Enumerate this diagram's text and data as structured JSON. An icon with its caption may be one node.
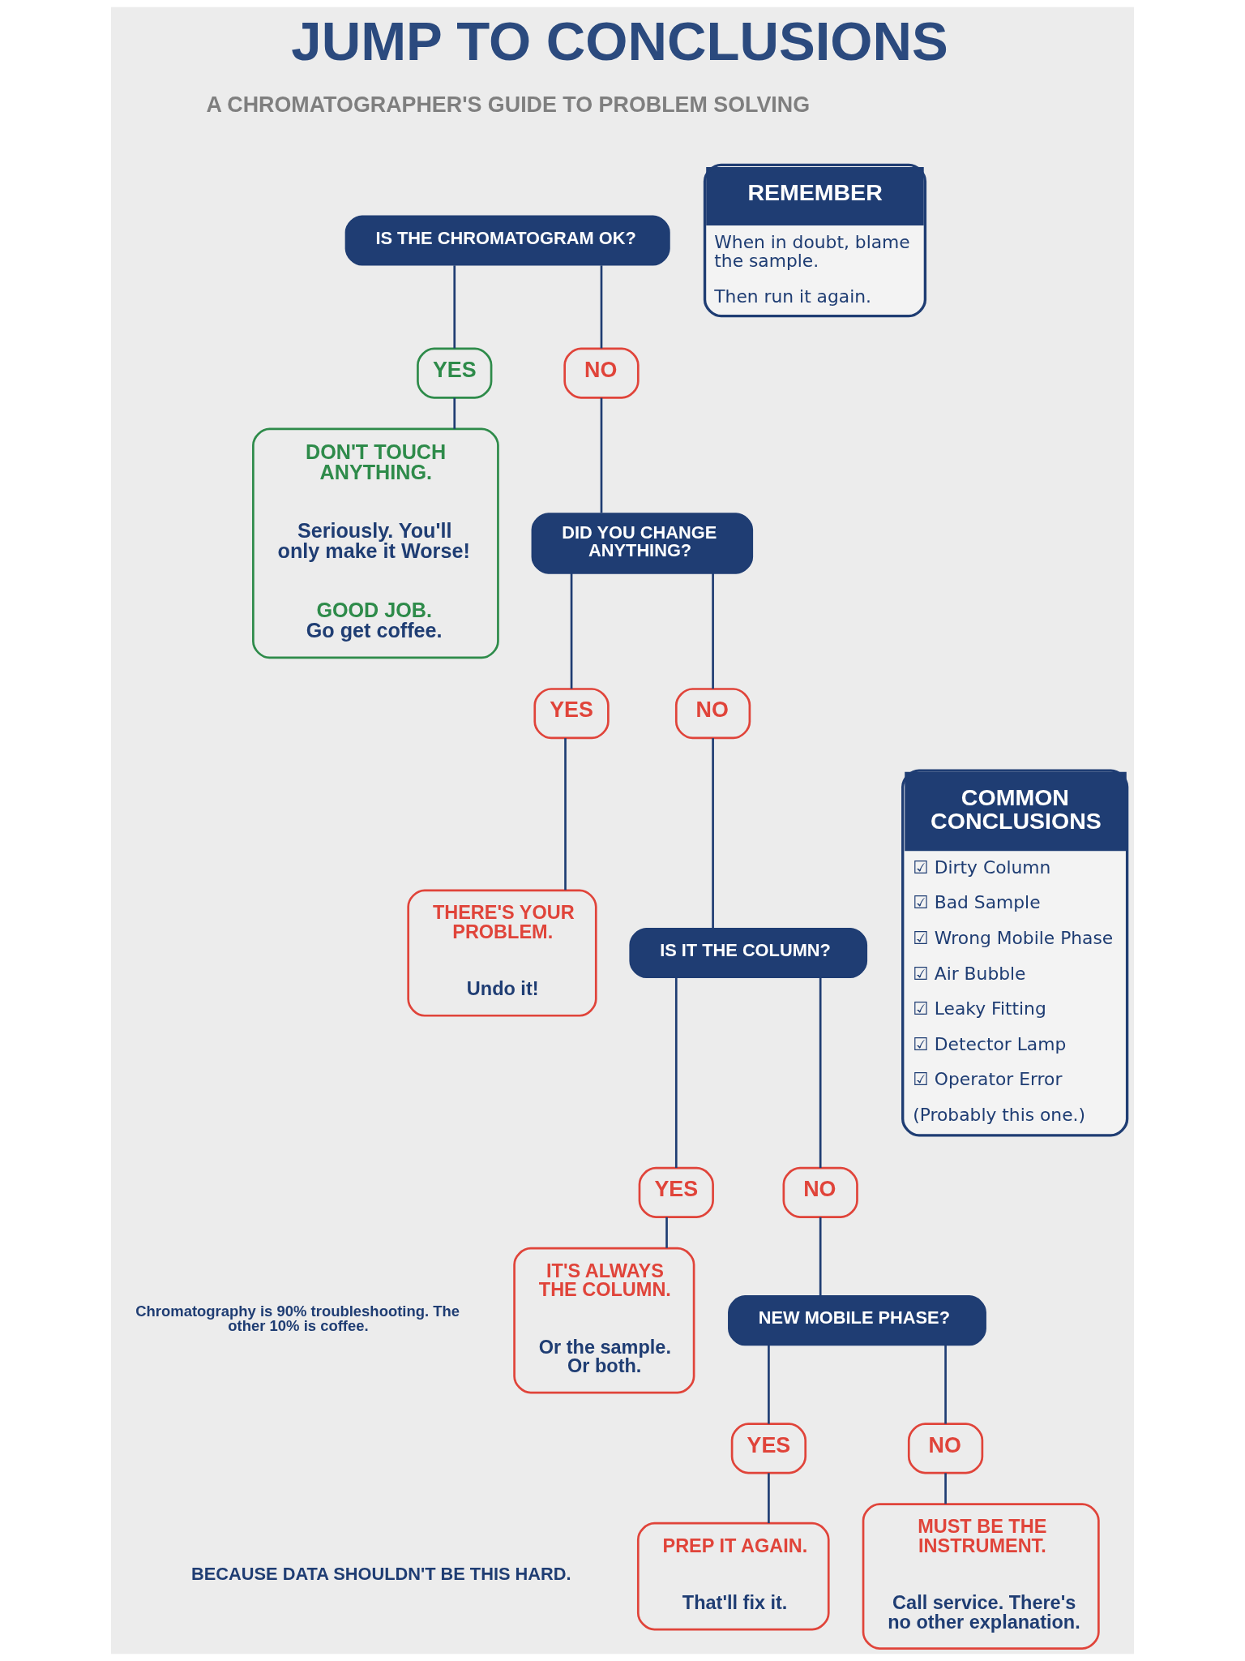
{
  "diagram": {
    "title": "JUMP TO CONCLUSIONS",
    "nodes": [
      {
        "text": [
          "IS THE CHROMATOGRAM OK?"
        ]
      },
      {
        "text": [
          "YES"
        ]
      },
      {
        "text": [
          "NO"
        ]
      },
      {
        "text": [
          "DON'T TOUCH ANYTHING.",
          "Seriously. You'll only make it Worse!",
          "GOOD JOB.",
          "Go get coffee."
        ]
      },
      {
        "text": [
          "DID YOU CHANGE ANYTHING?"
        ]
      },
      {
        "text": [
          "YES"
        ]
      },
      {
        "text": [
          "NO"
        ]
      },
      {
        "text": [
          "THERE'S YOUR PROBLEM.",
          "Undo it!"
        ]
      },
      {
        "text": [
          "IS IT THE COLUMN?"
        ]
      },
      {
        "text": [
          "YES"
        ]
      },
      {
        "text": [
          "NO"
        ]
      },
      {
        "text": [
          "IT'S ALWAYS THE COLUMN.",
          "Or the sample. Or both."
        ]
      },
      {
        "text": [
          "NEW MOBILE PHASE?"
        ]
      },
      {
        "text": [
          "YES"
        ]
      },
      {
        "text": [
          "NO"
        ]
      },
      {
        "text": [
          "PREP IT AGAIN.",
          "That'll fix it."
        ]
      },
      {
        "text": [
          "MUST BE THE INSTRUMENT.",
          "Call service. There's no other explanation."
        ]
      },
      {
        "text": [
          "REMEMBER",
          "When in doubt, blame the sample.",
          "Then run it again."
        ]
      },
      {
        "text": [
          "COMMON CONCLUSIONS",
          "☑ Dirty Column",
          "☑ Bad Sample",
          "☑ Wrong Mobile Phase",
          "☑ Air Bubble",
          "☑ Leaky Fitting",
          "☑ Detector Lamp",
          "☑ Operator Error",
          "(Probably this one.)"
        ]
      }
    ],
    "edges": [
      {
        "from": 0,
        "to": 1,
        "arrow": "none"
      },
      {
        "from": 0,
        "to": 2,
        "arrow": "none"
      },
      {
        "from": 1,
        "to": 3,
        "arrow": "none"
      },
      {
        "from": 2,
        "to": 4,
        "arrow": "none"
      },
      {
        "from": 4,
        "to": 5,
        "arrow": "none"
      },
      {
        "from": 4,
        "to": 6,
        "arrow": "none"
      },
      {
        "from": 5,
        "to": 7,
        "arrow": "none"
      },
      {
        "from": 6,
        "to": 8,
        "arrow": "none"
      },
      {
        "from": 8,
        "to": 9,
        "arrow": "none"
      },
      {
        "from": 8,
        "to": 10,
        "arrow": "none"
      },
      {
        "from": 9,
        "to": 11,
        "arrow": "none"
      },
      {
        "from": 10,
        "to": 12,
        "arrow": "none"
      },
      {
        "from": 12,
        "to": 13,
        "arrow": "none"
      },
      {
        "from": 12,
        "to": 14,
        "arrow": "none"
      },
      {
        "from": 13,
        "to": 15,
        "arrow": "none"
      },
      {
        "from": 14,
        "to": 16,
        "arrow": "none"
      }
    ],
    "labels": [
      "A CHROMATOGRAPHER'S GUIDE TO PROBLEM SOLVING",
      "Chromatography is 90% troubleshooting. The other 10% is coffee.",
      "BECAUSE DATA SHOULDN'T BE THIS HARD."
    ]
  }
}
